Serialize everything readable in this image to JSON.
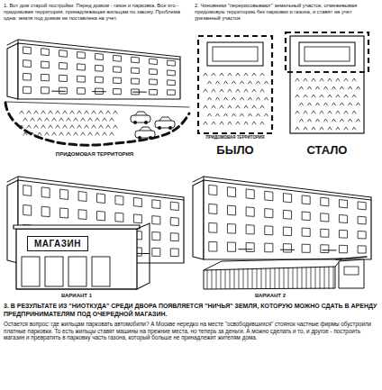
{
  "diagram": {
    "nodes": [
      {
        "text": [
          "МАГАЗИН"
        ]
      }
    ],
    "labels": [
      "1. Вот дом старой постройки. Перед домом - газон и парковка. Все это - придомовая территория, принадлежащая жильцам по закону. Проблема одна: земля под домом не поставлена на учет.",
      "2. Чиновники \"перерисовывают\" земельный участок, отмежевывая придомовую территорию без парковки и газона, и ставят на учет урезанный участок",
      "ПРИДОМОВАЯ ТЕРРИТОРИЯ",
      "ПРИДОМОВАЯ ТЕРРИТОРИЯ",
      "БЫЛО",
      "СТАЛО",
      "ВАРИАНТ 1",
      "ВАРИАНТ 2",
      "3. В РЕЗУЛЬТАТЕ ИЗ \"НИОТКУДА\" СРЕДИ ДВОРА ПОЯВЛЯЕТСЯ \"НИЧЬЯ\" ЗЕМЛЯ, КОТОРУЮ МОЖНО СДАТЬ В АРЕНДУ ПРЕДПРИНИМАТЕЛЯМ ПОД ОЧЕРЕДНОЙ МАГАЗИН.",
      "Остается вопрос: где жильцам парковать автомобили? А Москве нередко на месте \"освободившихся\" стоянок частные фирмы обустроили платные парковки. То есть жильцы ставят машины на прежние места, но теперь за деньги. А можно сделать и то, и другое - построить магазин и превратить в парковку часть газона, который больше не принадлежит жителям дома."
    ]
  }
}
